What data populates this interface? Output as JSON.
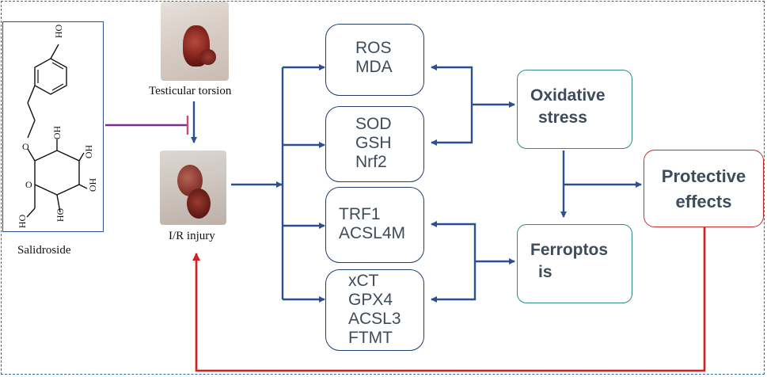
{
  "labels": {
    "compound": "Salidroside",
    "torsion": "Testicular torsion",
    "injury": "I/R injury"
  },
  "markers": {
    "group1": [
      "ROS",
      "MDA"
    ],
    "group2": [
      "SOD",
      "GSH",
      "Nrf2"
    ],
    "group3": [
      "TRF1",
      "ACSL4M"
    ],
    "group4": [
      "xCT",
      "GPX4",
      "ACSL3",
      "FTMT"
    ]
  },
  "outcomes": {
    "oxidative_stress": [
      "Oxidative",
      "stress"
    ],
    "ferroptosis": [
      "Ferroptos",
      "is"
    ],
    "protective": [
      "Protective",
      "effects"
    ]
  },
  "structure_labels": {
    "oh_top": "HO",
    "oh_right": "OH",
    "oh_bottom1": "HO",
    "oh_bottom2": "OH",
    "oh_left": "HO",
    "o_ring": "O",
    "o_link": "O"
  },
  "colors": {
    "arrow_blue": "#2c4f8f",
    "inhibit_purple": "#7b2d8e",
    "feedback_red": "#d62020",
    "teal_border": "#2e8b83",
    "red_border": "#c9302c"
  }
}
